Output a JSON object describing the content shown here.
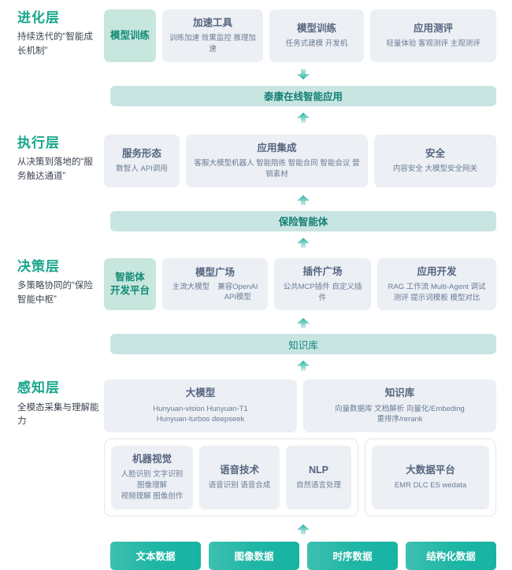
{
  "layers": [
    {
      "title": "进化层",
      "desc": "持续迭代的“智能成长机制”",
      "cards": [
        {
          "title": "模型训练",
          "sub": ""
        },
        {
          "title": "加速工具",
          "sub": "训练加速 效果监控 推理加速"
        },
        {
          "title": "模型训练",
          "sub": "任务式建模 开发机"
        },
        {
          "title": "应用测评",
          "sub": "轻量体验 客观测评 主观测评"
        }
      ]
    },
    {
      "title": "执行层",
      "desc": "从决策到落地的“服务触达通道”",
      "cards": [
        {
          "title": "服务形态",
          "sub": "数智人 API调用"
        },
        {
          "title": "应用集成",
          "sub": "客服大模型机器人 智能陪练 智能合同 智能会议 营销素材"
        },
        {
          "title": "安全",
          "sub": "内容安全 大模型安全网关"
        }
      ]
    },
    {
      "title": "决策层",
      "desc": "多策略协同的“保险智能中枢”",
      "cards": [
        {
          "title": "智能体\n开发平台",
          "sub": ""
        },
        {
          "title": "模型广场",
          "sub_col1": "主流大模型",
          "sub_col2": "兼容OpenAI\nAPI模型"
        },
        {
          "title": "插件广场",
          "sub": "公共MCP插件 自定义插件"
        },
        {
          "title": "应用开发",
          "sub": "RAG 工作流 Multi-Agent 调试\n测评 提示词模板 模型对比"
        }
      ]
    },
    {
      "title": "感知层",
      "desc": "全模态采集与理解能力",
      "top_cards": [
        {
          "title": "大模型",
          "sub": "Hunyuan-vision Hunyuan-T1\nHunyuan-turbos deepseek"
        },
        {
          "title": "知识库",
          "sub": "向量数据库 文档解析 向量化/Embeding\n重排序/rerank"
        }
      ],
      "group_left": [
        {
          "title": "机器视觉",
          "sub": "人脸识别 文字识别 图像理解\n视频理解 图像创作"
        },
        {
          "title": "语音技术",
          "sub": "语音识别 语音合成"
        },
        {
          "title": "NLP",
          "sub": "自然语言处理"
        }
      ],
      "group_right": [
        {
          "title": "大数据平台",
          "sub": "EMR DLC ES wedata"
        }
      ]
    }
  ],
  "bars": [
    {
      "label": "泰康在线智能应用",
      "arrow_above": "down",
      "arrow_below": "up"
    },
    {
      "label": "保险智能体",
      "arrow_above": "up",
      "arrow_below": "up"
    },
    {
      "label": "知识库",
      "arrow_above": "up",
      "arrow_below": "up"
    }
  ],
  "bottom_arrow": "up",
  "data_chips": [
    {
      "label": "文本数据"
    },
    {
      "label": "图像数据"
    },
    {
      "label": "时序数据"
    },
    {
      "label": "结构化数据"
    }
  ],
  "colors": {
    "accent_teal": "#18a68c",
    "bar_bg": "#c8e5e2",
    "card_bg": "#eceff4",
    "card_title": "#54657f",
    "chip_gradient_start": "#3dc0b0",
    "chip_gradient_end": "#17b3a3"
  }
}
